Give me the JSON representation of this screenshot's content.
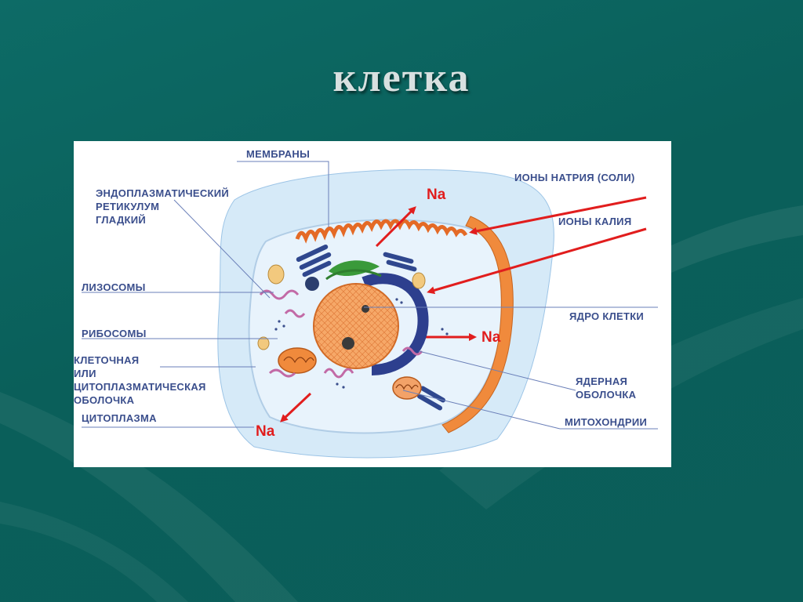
{
  "slide": {
    "title": "клетка"
  },
  "labels": {
    "membranes": "МЕМБРАНЫ",
    "er_line1": "ЭНДОПЛАЗМАТИЧЕСКИЙ",
    "er_line2": "РЕТИКУЛУМ",
    "er_line3": "ГЛАДКИЙ",
    "lysosomes": "ЛИЗОСОМЫ",
    "ribosomes": "РИБОСОМЫ",
    "cell_membrane_line1": "КЛЕТОЧНАЯ",
    "cell_membrane_line2": "ИЛИ",
    "cell_membrane_line3": "ЦИТОПЛАЗМАТИЧЕСКАЯ",
    "cell_membrane_line4": "ОБОЛОЧКА",
    "cytoplasm": "ЦИТОПЛАЗМА",
    "sodium_ions": "ИОНЫ НАТРИЯ (СОЛИ)",
    "potassium_ions": "ИОНЫ КАЛИЯ",
    "nucleus": "ЯДРО КЛЕТКИ",
    "nuclear_envelope_line1": "ЯДЕРНАЯ",
    "nuclear_envelope_line2": "ОБОЛОЧКА",
    "mitochondria": "МИТОХОНДРИИ"
  },
  "ions": {
    "na_top": "Na",
    "na_right": "Na",
    "na_bottom": "Na"
  },
  "colors": {
    "background": "#0b625d",
    "label_text": "#3a4e8c",
    "arrow": "#e11d1d",
    "cytoplasm": "#cfe6f7",
    "nucleus": "#f3a064"
  }
}
